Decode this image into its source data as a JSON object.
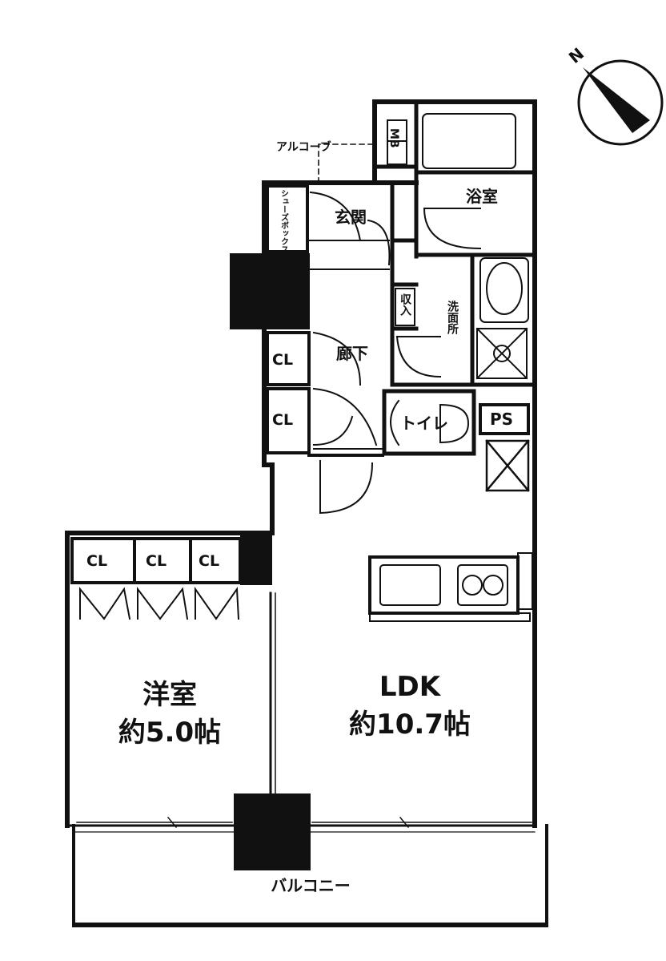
{
  "rooms": {
    "western_room": {
      "name": "洋室",
      "size": "約5.0帖"
    },
    "ldk": {
      "name": "LDK",
      "size": "約10.7帖"
    },
    "entrance": "玄関",
    "hallway": "廊下",
    "bathroom": "浴室",
    "washroom": "洗面所",
    "toilet": "トイレ",
    "storage": "収入",
    "alcove": "アルコーブ",
    "shoes_box": "シューズボックス",
    "balcony": "バルコニー",
    "mb": "MB",
    "ps": "PS"
  },
  "closets": {
    "hall_cl_1": "CL",
    "hall_cl_2": "CL",
    "room_cl_1": "CL",
    "room_cl_2": "CL",
    "room_cl_3": "CL"
  },
  "compass": {
    "label": "N",
    "icon": "north-arrow-icon"
  }
}
